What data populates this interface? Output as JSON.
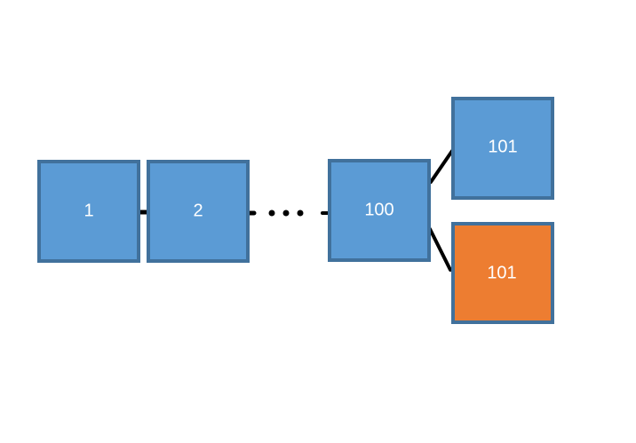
{
  "diagram": {
    "colors": {
      "blue_fill": "#5b9bd5",
      "orange_fill": "#ed7d31",
      "border": "#41719c",
      "connector": "#000000",
      "text": "#ffffff"
    },
    "nodes": [
      {
        "id": "node-1",
        "label": "1",
        "fill": "blue"
      },
      {
        "id": "node-2",
        "label": "2",
        "fill": "blue"
      },
      {
        "id": "node-100",
        "label": "100",
        "fill": "blue"
      },
      {
        "id": "node-101-top",
        "label": "101",
        "fill": "blue"
      },
      {
        "id": "node-101-bottom",
        "label": "101",
        "fill": "orange"
      }
    ],
    "ellipsis": "•••"
  }
}
